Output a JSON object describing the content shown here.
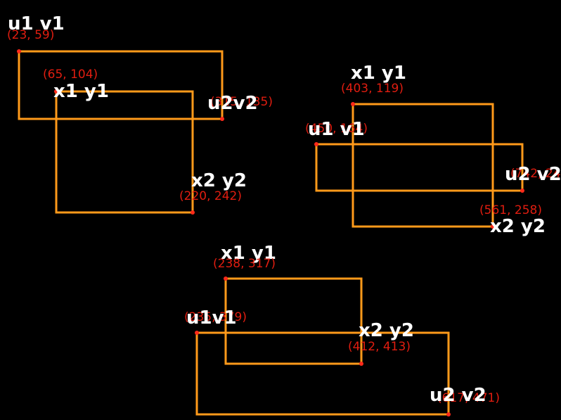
{
  "colors": {
    "background": "#000000",
    "box": "#ff9a1a",
    "point": "#ff2a1a",
    "label": "#ffffff",
    "coord": "#e01d10"
  },
  "groups": [
    {
      "xy": {
        "tl_name": "x1 y1",
        "tl_coord": "(65, 104)",
        "br_name": "x2 y2",
        "br_coord": "(220, 242)"
      },
      "uv": {
        "tl_name": "u1 v1",
        "tl_coord": "(23, 59)",
        "br_name": "u2v2",
        "br_coord": "(315, 135)"
      }
    },
    {
      "xy": {
        "tl_name": "x1  y1",
        "tl_coord": "(403, 119)",
        "br_name": "x2  y2",
        "br_coord": "(561, 258)"
      },
      "uv": {
        "tl_name": "u1 v1",
        "tl_coord": "(450, 164)",
        "br_name": "u2 v2",
        "br_coord": "(742, 240)"
      }
    },
    {
      "xy": {
        "tl_name": "x1  y1",
        "tl_coord": "(238, 317)",
        "br_name": "x2  y2",
        "br_coord": "(412, 413)"
      },
      "uv": {
        "tl_name": "u1v1",
        "tl_coord": "(235, 379)",
        "br_name": "u2  v2",
        "br_coord": "(617, 471)"
      }
    }
  ]
}
